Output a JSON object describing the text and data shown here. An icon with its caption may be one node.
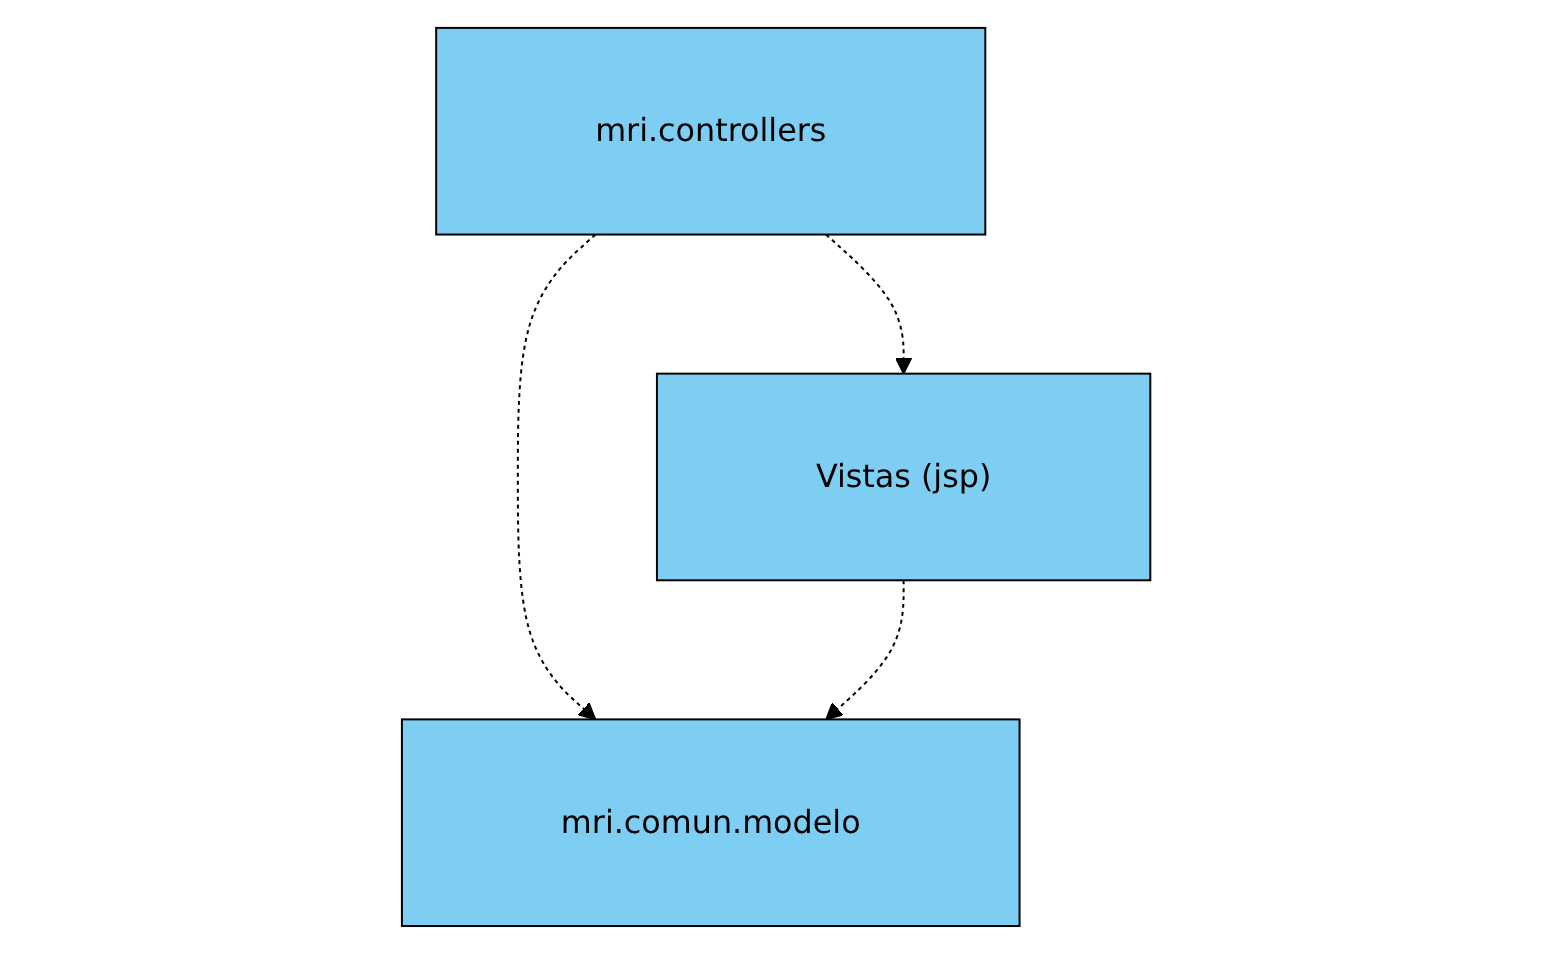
{
  "diagram": {
    "nodes": [
      {
        "text": [
          "mri.controllers"
        ]
      },
      {
        "text": [
          "Vistas (jsp)"
        ]
      },
      {
        "text": [
          "mri.comun.modelo"
        ]
      }
    ],
    "edges": [
      {
        "from": 0,
        "to": 1,
        "arrow": "to",
        "style": "dashed"
      },
      {
        "from": 0,
        "to": 2,
        "arrow": "to",
        "style": "dashed"
      },
      {
        "from": 1,
        "to": 2,
        "arrow": "to",
        "style": "dashed"
      }
    ]
  }
}
